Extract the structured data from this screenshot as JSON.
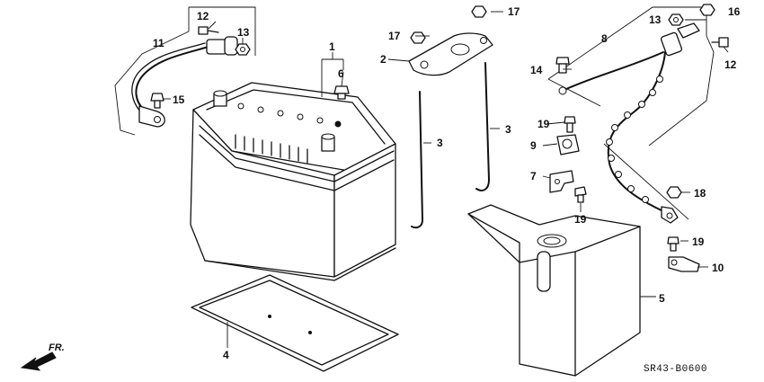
{
  "diagram": {
    "drawing_code": "SR43-B0600",
    "direction_label": "FR.",
    "callouts": {
      "battery": "1",
      "battery_bracket": "2",
      "bolt_left": "3",
      "bolt_right": "3",
      "battery_tray": "4",
      "battery_box": "5",
      "bolt_cap": "6",
      "clamp_7": "7",
      "ground_cable": "8",
      "clip_9": "9",
      "terminal_10": "10",
      "starter_cable": "11",
      "bolt_12_left": "12",
      "bolt_12_right": "12",
      "nut_13_left": "13",
      "nut_13_right": "13",
      "bolt_14": "14",
      "bolt_15": "15",
      "nut_16": "16",
      "nut_17_top": "17",
      "nut_17_left": "17",
      "nut_18": "18",
      "bolt_19_a": "19",
      "bolt_19_b": "19",
      "bolt_19_c": "19"
    }
  }
}
